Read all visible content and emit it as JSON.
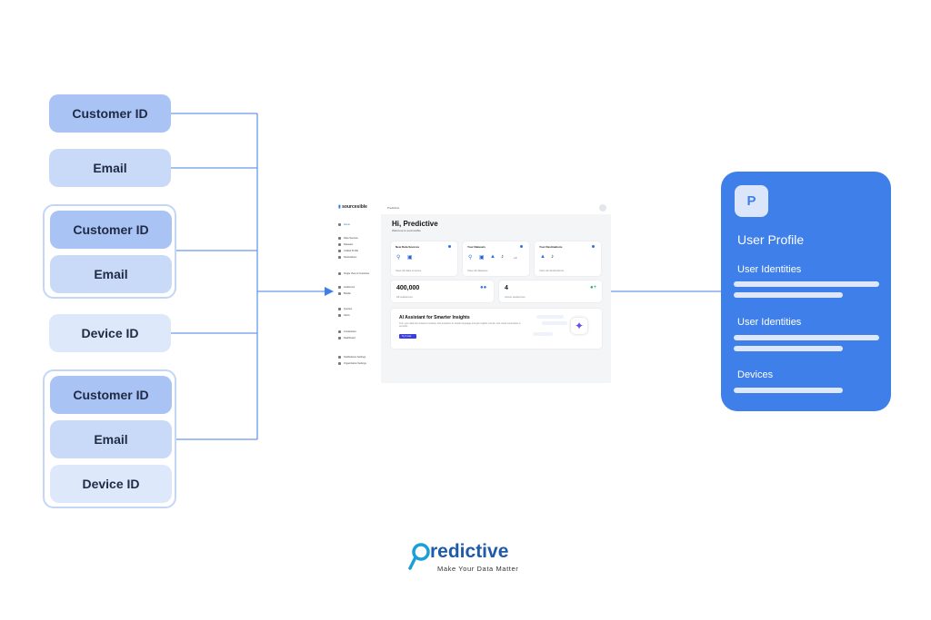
{
  "left": {
    "box1": "Customer ID",
    "box2": "Email",
    "group1": [
      "Customer ID",
      "Email"
    ],
    "box3": "Device ID",
    "group2": [
      "Customer ID",
      "Email",
      "Device ID"
    ]
  },
  "app": {
    "brand": "sourcesible",
    "workspace": "Predictive",
    "greeting": "Hi, Predictive",
    "welcome": "Welcome to sourcesible",
    "nav": [
      "Home",
      "Data Sources",
      "Datasets",
      "Unified Profile",
      "Destinations",
      "Single View of Customer",
      "Audiences",
      "Builder",
      "Queries",
      "Alerts",
      "AI Assistant",
      "Dashboard",
      "Notifications Settings",
      "Organization Settings"
    ],
    "cards": [
      {
        "title": "New Data Sources",
        "link": "View all data sources"
      },
      {
        "title": "Your Datasets",
        "link": "View all datasets",
        "extra": "+3"
      },
      {
        "title": "Your Destinations",
        "link": "View all destinations"
      }
    ],
    "stat1": {
      "value": "400,000",
      "label": "All audiences"
    },
    "stat2": {
      "value": "4",
      "label": "Active audiences"
    },
    "ai": {
      "title": "AI Assistant for Smarter Insights",
      "desc": "Turn your data into answers instantly. Ask questions in simple language and get insights, trends, and visual summaries in seconds.",
      "button": "Try it now"
    }
  },
  "profile": {
    "avatar": "P",
    "title": "User Profile",
    "section1": "User Identities",
    "section2": "User Identities",
    "section3": "Devices"
  },
  "logo": {
    "name": "redictive",
    "tagline": "Make Your Data Matter"
  },
  "colors": {
    "accent": "#3f7fea",
    "line": "#6a98ee",
    "box_dark": "#a9c3f5",
    "box_mid": "#c9daf8",
    "box_light": "#dde9fb"
  }
}
